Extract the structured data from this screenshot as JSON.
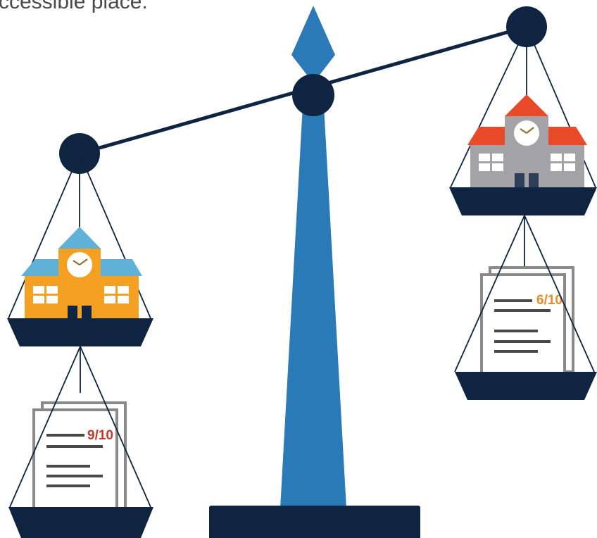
{
  "caption": "ccessible place.",
  "colors": {
    "navy": "#0e2440",
    "stand_blue": "#2a7ab8",
    "paper_gray": "#8a8a8a",
    "text_line": "#4a4a4a",
    "left_school": "#f4a022",
    "left_roof": "#5fb1d8",
    "right_school": "#a3a3a7",
    "right_roof": "#e84a2a",
    "score_left": "#c0392b",
    "score_right": "#e88a2a"
  },
  "left_pan": {
    "school_icon": "school-building-icon",
    "score": "9/10"
  },
  "right_pan": {
    "school_icon": "school-building-icon",
    "score": "6/10"
  }
}
